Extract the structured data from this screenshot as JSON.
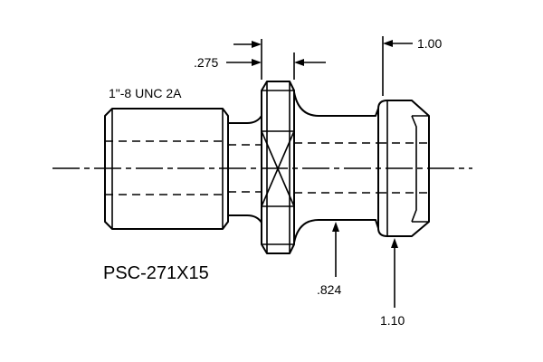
{
  "thread_label": "1\"-8 UNC 2A",
  "part_number": "PSC-271X15",
  "dimensions": {
    "flange_width": ".275",
    "overall_length": "1.00",
    "neck_diameter": ".824",
    "head_diameter": "1.10"
  }
}
